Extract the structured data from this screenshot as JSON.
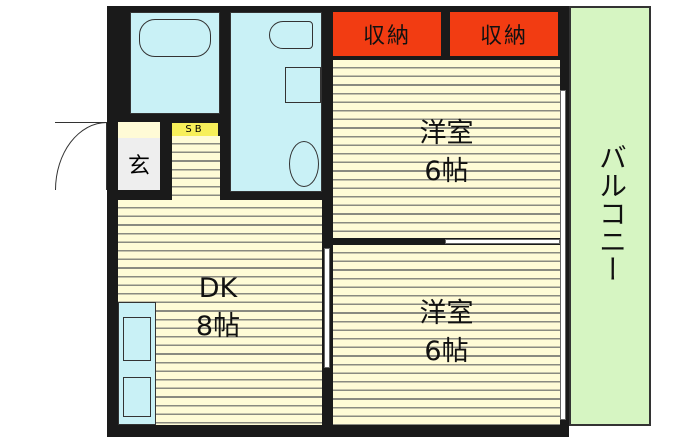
{
  "rooms": {
    "closet_1": "収納",
    "closet_2": "収納",
    "western_1": {
      "name": "洋室",
      "size": "6帖"
    },
    "western_2": {
      "name": "洋室",
      "size": "6帖"
    },
    "dk": {
      "name": "DK",
      "size": "8帖"
    },
    "entrance": "玄",
    "shoe_box": "SB",
    "balcony": "バルコニー"
  },
  "colors": {
    "closet": "#f23c12",
    "balcony": "#d6f5c2",
    "wet_area": "#c9f1f6",
    "floor": "#fffbd6",
    "shoe_box": "#f7ef5a"
  }
}
